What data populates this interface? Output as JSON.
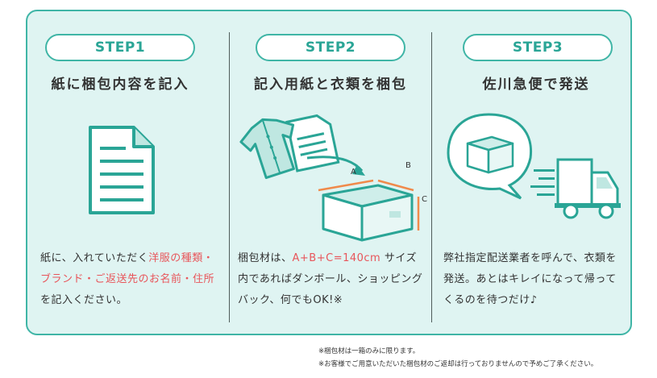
{
  "steps": [
    {
      "label": "STEP1",
      "title": "紙に梱包内容を記入",
      "desc_parts": [
        {
          "text": "紙に、入れていただく",
          "hl": false
        },
        {
          "text": "洋服の種類・ブランド・ご返送先のお名前・住所",
          "hl": true
        },
        {
          "text": "を記入ください。",
          "hl": false
        }
      ],
      "icon": "document-icon"
    },
    {
      "label": "STEP2",
      "title": "記入用紙と衣類を梱包",
      "desc_parts": [
        {
          "text": "梱包材は、",
          "hl": false
        },
        {
          "text": "A+B+C=140cm",
          "hl": true
        },
        {
          "text": " サイズ内であればダンボール、ショッピングバック、何でもOK!※",
          "hl": false
        }
      ],
      "icon": "clothes-into-box-icon",
      "box_labels": {
        "a": "A",
        "b": "B",
        "c": "C"
      }
    },
    {
      "label": "STEP3",
      "title": "佐川急便で発送",
      "desc_parts": [
        {
          "text": "弊社指定配送業者を呼んで、衣類を発送。あとはキレイになって帰ってくるのを待つだけ♪",
          "hl": false
        }
      ],
      "icon": "delivery-truck-icon"
    }
  ],
  "notes": [
    "※梱包材は一箱のみに限ります。",
    "※お客様でご用意いただいた梱包材のご返却は行っておりませんので予めご了承ください。"
  ],
  "colors": {
    "accent": "#3fb5a6",
    "highlight": "#e8555a",
    "panel_bg": "#dff4f2",
    "orange": "#f08a4b"
  }
}
